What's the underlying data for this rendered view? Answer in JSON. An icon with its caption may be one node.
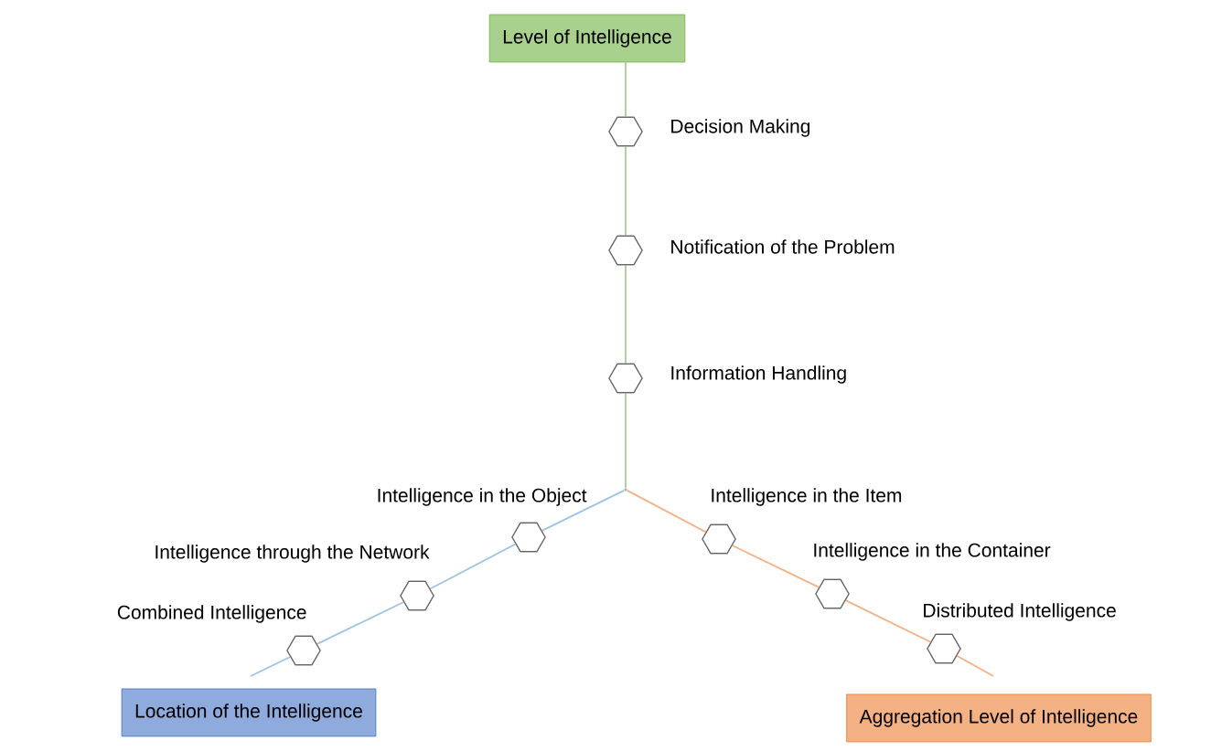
{
  "diagram": {
    "nodes": [
      {
        "text": [
          "Level of Intelligence"
        ]
      },
      {
        "text": [
          "Decision Making"
        ]
      },
      {
        "text": [
          "Notification of the Problem"
        ]
      },
      {
        "text": [
          "Information Handling"
        ]
      },
      {
        "text": [],
        "shape": "point"
      },
      {
        "text": [
          "Intelligence in the Object"
        ]
      },
      {
        "text": [
          "Intelligence in the Item"
        ]
      },
      {
        "text": [
          "Intelligence through the Network"
        ]
      },
      {
        "text": [
          "Intelligence in the Container"
        ]
      },
      {
        "text": [
          "Combined Intelligence"
        ]
      },
      {
        "text": [
          "Distributed Intelligence"
        ]
      },
      {
        "text": [
          "Location of the Intelligence"
        ]
      },
      {
        "text": [
          "Aggregation Level of Intelligence"
        ]
      }
    ],
    "edges": [
      {
        "from": 0,
        "to": 1,
        "arrow": "none",
        "color": "#a9d18e"
      },
      {
        "from": 1,
        "to": 2,
        "arrow": "none",
        "color": "#a9d18e"
      },
      {
        "from": 2,
        "to": 3,
        "arrow": "none",
        "color": "#a9d18e"
      },
      {
        "from": 3,
        "to": 4,
        "arrow": "none",
        "color": "#a9d18e"
      },
      {
        "from": 4,
        "to": 5,
        "arrow": "none",
        "color": "#9dc3e6"
      },
      {
        "from": 5,
        "to": 7,
        "arrow": "none",
        "color": "#9dc3e6"
      },
      {
        "from": 7,
        "to": 9,
        "arrow": "none",
        "color": "#9dc3e6"
      },
      {
        "from": 9,
        "to": 11,
        "arrow": "none",
        "color": "#9dc3e6"
      },
      {
        "from": 4,
        "to": 6,
        "arrow": "none",
        "color": "#f4b183"
      },
      {
        "from": 6,
        "to": 8,
        "arrow": "none",
        "color": "#f4b183"
      },
      {
        "from": 8,
        "to": 10,
        "arrow": "none",
        "color": "#f4b183"
      },
      {
        "from": 10,
        "to": 12,
        "arrow": "none",
        "color": "#f4b183"
      }
    ]
  }
}
